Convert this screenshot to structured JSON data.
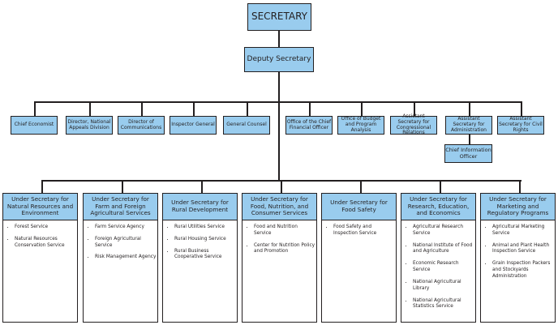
{
  "top": {
    "secretary": "SECRETARY",
    "deputy": "Deputy Secretary"
  },
  "staff": [
    "Chief Economist",
    "Director, National Appeals Division",
    "Director of Communications",
    "Inspector General",
    "General Counsel",
    "Office of the Chief Financial Officer",
    "Office of Budget and Program Analysis",
    "Assistant Secretary for Congressional Relations",
    "Assistant Secretary for Administration",
    "Assistant Secretary for Civil Rights"
  ],
  "cio": "Chief Information Officer",
  "under_secretaries": [
    {
      "title": "Under Secretary for Natural Resources and Environment",
      "agencies": [
        "Forest Service",
        "Natural Resources Conservation Service"
      ]
    },
    {
      "title": "Under Secretary for Farm and Foreign Agricultural Services",
      "agencies": [
        "Farm Service Agency",
        "Foreign Agricultural Service",
        "Risk Management Agency"
      ]
    },
    {
      "title": "Under Secretary for Rural Development",
      "agencies": [
        "Rural Utilities Service",
        "Rural Housing Service",
        "Rural Business Cooperative Service"
      ]
    },
    {
      "title": "Under Secretary for Food, Nutrition, and Consumer Services",
      "agencies": [
        "Food and Nutrition Service",
        "Center for Nutrition Policy and Promotion"
      ]
    },
    {
      "title": "Under Secretary for Food Safety",
      "agencies": [
        "Food Safety and Inspection Service"
      ]
    },
    {
      "title": "Under Secretary for Research, Education, and Economics",
      "agencies": [
        "Agricultural Research Service",
        "National Institute of Food and Agriculture",
        "Economic Research Service",
        "National Agricultural Library",
        "National Agricultural Statistics Service"
      ]
    },
    {
      "title": "Under Secretary for Marketing and Regulatory Programs",
      "agencies": [
        "Agricultural Marketing Service",
        "Animal and Plant Health Inspection Service",
        "Grain Inspection Packers and Stockyards Administration"
      ]
    }
  ],
  "colors": {
    "box_fill": "#99ccee",
    "line": "#231f20"
  }
}
